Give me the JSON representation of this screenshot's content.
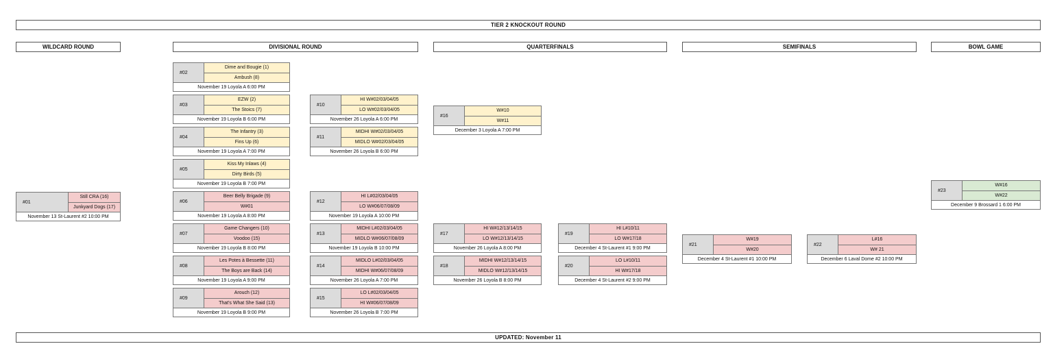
{
  "title": "TIER 2 KNOCKOUT ROUND",
  "footer": "UPDATED: November 11",
  "rounds": {
    "wildcard": "WILDCARD ROUND",
    "divisional": "DIVISIONAL ROUND",
    "quarterfinals": "QUARTERFINALS",
    "semifinals": "SEMIFINALS",
    "bowl": "BOWL GAME"
  },
  "colors": {
    "yellow": "#fff2cc",
    "red": "#f4cccc",
    "green": "#d9ead3",
    "number_cell": "#dcdcdc"
  },
  "games": {
    "g01": {
      "num": "#01",
      "t1": "Still CRA (16)",
      "t2": "Junkyard Dogs (17)",
      "info": "November 13 St-Laurent #2 10:00 PM"
    },
    "g02": {
      "num": "#02",
      "t1": "Dime and Bougie (1)",
      "t2": "Ambush (8)",
      "info": "November 19 Loyola A 6:00 PM"
    },
    "g03": {
      "num": "#03",
      "t1": "EZW (2)",
      "t2": "The Stoics (7)",
      "info": "November 19 Loyola B 6:00 PM"
    },
    "g04": {
      "num": "#04",
      "t1": "The Infantry (3)",
      "t2": "Fins Up (6)",
      "info": "November 19 Loyola A 7:00 PM"
    },
    "g05": {
      "num": "#05",
      "t1": "Kiss My Inlaws (4)",
      "t2": "Dirty Birds (5)",
      "info": "November 19 Loyola B 7:00 PM"
    },
    "g06": {
      "num": "#06",
      "t1": "Beer Belly Brigade (9)",
      "t2": "W#01",
      "info": "November 19 Loyola A 8:00 PM"
    },
    "g07": {
      "num": "#07",
      "t1": "Game Changers (10)",
      "t2": "Voodoo (15)",
      "info": "November 19 Loyola B 8:00 PM"
    },
    "g08": {
      "num": "#08",
      "t1": "Les Potes à Bessette (11)",
      "t2": "The Boys are Back (14)",
      "info": "November 19 Loyola A 9:00 PM"
    },
    "g09": {
      "num": "#09",
      "t1": "Arouch (12)",
      "t2": "That's What She Said (13)",
      "info": "November 19 Loyola B 9:00 PM"
    },
    "g10": {
      "num": "#10",
      "t1": "HI W#02/03/04/05",
      "t2": "LO W#02/03/04/05",
      "info": "November 26 Loyola A 6:00 PM"
    },
    "g11": {
      "num": "#11",
      "t1": "MIDHI W#02/03/04/05",
      "t2": "MIDLO W#02/03/04/05",
      "info": "November 26 Loyola B 6:00 PM"
    },
    "g12": {
      "num": "#12",
      "t1": "HI L#02/03/04/05",
      "t2": "LO W#06/07/08/09",
      "info": "November 19 Loyola A 10:00 PM"
    },
    "g13": {
      "num": "#13",
      "t1": "MIDHI L#02/03/04/05",
      "t2": "MIDLO W#06/07/08/09",
      "info": "November 19 Loyola B 10:00 PM"
    },
    "g14": {
      "num": "#14",
      "t1": "MIDLO L#02/03/04/05",
      "t2": "MIDHI W#06/07/08/09",
      "info": "November 26 Loyola A 7:00 PM"
    },
    "g15": {
      "num": "#15",
      "t1": "LO L#02/03/04/05",
      "t2": "HI W#06/07/08/09",
      "info": "November 26 Loyola B 7:00 PM"
    },
    "g16": {
      "num": "#16",
      "t1": "W#10",
      "t2": "W#11",
      "info": "December 3 Loyola A 7:00 PM"
    },
    "g17": {
      "num": "#17",
      "t1": "HI W#12/13/14/15",
      "t2": "LO W#12/13/14/15",
      "info": "November 26 Loyola A 8:00 PM"
    },
    "g18": {
      "num": "#18",
      "t1": "MIDHI W#12/13/14/15",
      "t2": "MIDLO W#12/13/14/15",
      "info": "November 26 Loyola B 8:00 PM"
    },
    "g19": {
      "num": "#19",
      "t1": "HI L#10/11",
      "t2": "LO W#17/18",
      "info": "December 4 St-Laurent #1 9:00 PM"
    },
    "g20": {
      "num": "#20",
      "t1": "LO L#10/11",
      "t2": "HI W#17/18",
      "info": "December 4 St-Laurent #2 9:00 PM"
    },
    "g21": {
      "num": "#21",
      "t1": "W#19",
      "t2": "W#20",
      "info": "December 4 St-Laurent #1 10:00 PM"
    },
    "g22": {
      "num": "#22",
      "t1": "L#16",
      "t2": "W# 21",
      "info": "December 6 Laval Dome #2 10:00 PM"
    },
    "g23": {
      "num": "#23",
      "t1": "W#16",
      "t2": "W#22",
      "info": "December 9 Brossard 1 6:00 PM"
    }
  }
}
